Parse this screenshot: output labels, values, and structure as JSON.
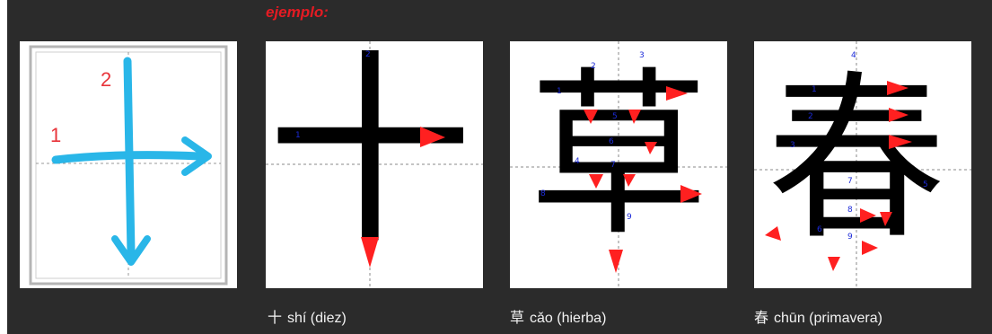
{
  "example_label": "ejemplo:",
  "colors": {
    "background": "#2b2b2b",
    "stroke_black": "#000000",
    "arrow_red": "#ff2020",
    "number_blue": "#1c2bd9",
    "hand_blue": "#29b6e8",
    "hand_number_red": "#e8343a"
  },
  "diagram": {
    "panels": [
      {
        "character": "十",
        "stroke_numbers": [
          "1",
          "2"
        ]
      },
      {
        "character": "十",
        "stroke_numbers": [
          "1",
          "2"
        ]
      },
      {
        "character": "草",
        "stroke_numbers": [
          "1",
          "2",
          "3",
          "4",
          "5",
          "6",
          "7",
          "8",
          "9"
        ]
      },
      {
        "character": "春",
        "stroke_numbers": [
          "1",
          "2",
          "3",
          "4",
          "5",
          "6",
          "7",
          "8",
          "9"
        ]
      }
    ]
  },
  "captions": [
    {
      "hanzi": "十",
      "text": "shí (diez)"
    },
    {
      "hanzi": "草",
      "text": "cǎo (hierba)"
    },
    {
      "hanzi": "春",
      "text": "chūn (primavera)"
    }
  ]
}
